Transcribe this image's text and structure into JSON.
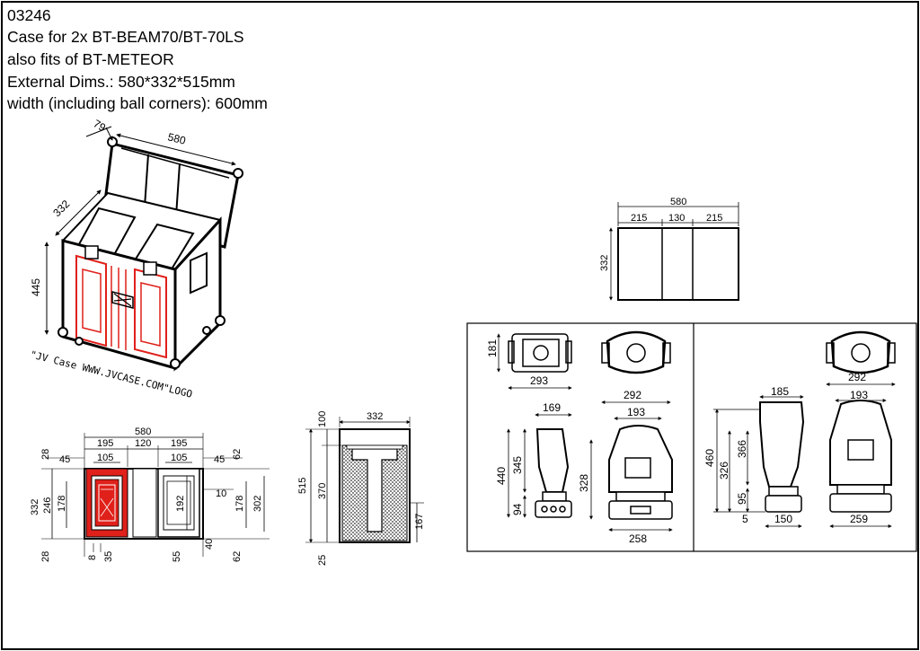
{
  "header": {
    "code": "03246",
    "line1": "Case for 2x BT-BEAM70/BT-70LS",
    "line2": "also fits of BT-METEOR",
    "line3": "External Dims.: 580*332*515mm",
    "line4": "width (including ball corners): 600mm"
  },
  "colors": {
    "line": "#000000",
    "foam": "#e0201a",
    "paper": "#ffffff"
  },
  "iso_view": {
    "dim_width": "580",
    "dim_depth": "332",
    "dim_height": "445",
    "dim_lid": "79",
    "logo_note": "\"JV Case WWW.JVCASE.COM\"LOGO"
  },
  "top_view": {
    "total": "580",
    "left": "215",
    "mid": "130",
    "right": "215",
    "depth": "332"
  },
  "plan_view": {
    "top_total": "580",
    "top_a": "195",
    "top_b": "120",
    "top_c": "195",
    "inner_a": "105",
    "inner_b": "105",
    "left_45": "45",
    "left_28": "28",
    "left_332": "332",
    "left_246": "246",
    "left_178": "178",
    "left_28b": "28",
    "bot_8": "8",
    "bot_35": "35",
    "bot_55": "55",
    "bot_40": "40",
    "right_45": "45",
    "right_62": "62",
    "right_10": "10",
    "right_192": "192",
    "right_178": "178",
    "right_302": "302",
    "right_62b": "62"
  },
  "section_view": {
    "width": "332",
    "top": "100",
    "height": "515",
    "mid": "370",
    "bottom": "25",
    "right": "167"
  },
  "fixture_panel": {
    "a_181": "181",
    "a_293": "293",
    "a_292": "292",
    "a_169": "169",
    "a_193": "193",
    "a_440": "440",
    "a_345": "345",
    "a_328": "328",
    "a_94": "94",
    "a_258": "258",
    "b_292": "292",
    "b_185": "185",
    "b_193": "193",
    "b_460": "460",
    "b_366": "366",
    "b_326": "326",
    "b_95": "95",
    "b_5": "5",
    "b_150": "150",
    "b_259": "259"
  }
}
